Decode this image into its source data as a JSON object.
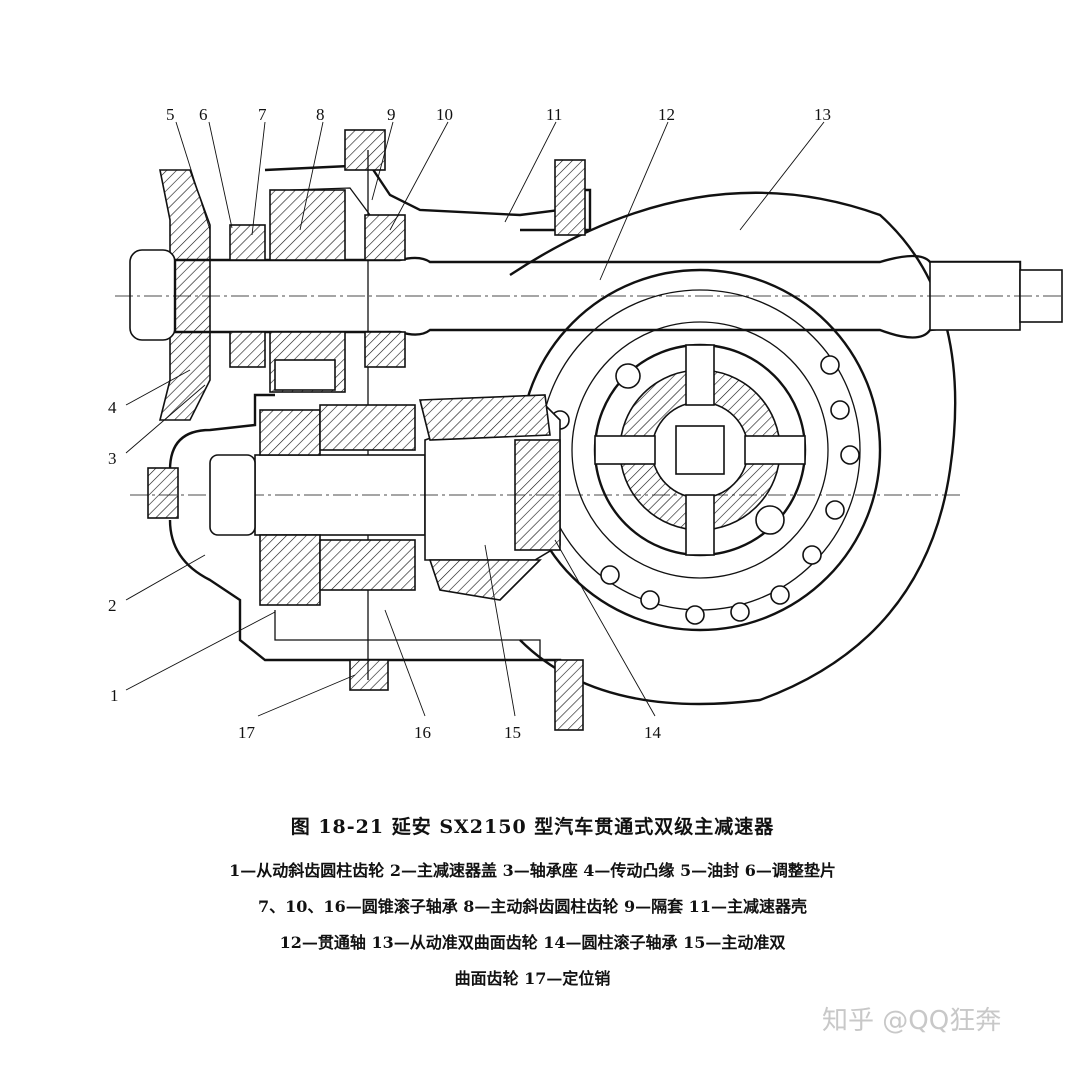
{
  "figure": {
    "callouts": [
      "1",
      "2",
      "3",
      "4",
      "5",
      "6",
      "7",
      "8",
      "9",
      "10",
      "11",
      "12",
      "13",
      "14",
      "15",
      "16",
      "17"
    ]
  },
  "caption": {
    "title": "图 18-21   延安 SX2150 型汽车贯通式双级主减速器",
    "legend_lines": [
      "1—从动斜齿圆柱齿轮   2—主减速器盖   3—轴承座   4—传动凸缘   5—油封   6—调整垫片",
      "7、10、16—圆锥滚子轴承   8—主动斜齿圆柱齿轮   9—隔套   11—主减速器壳",
      "12—贯通轴   13—从动准双曲面齿轮   14—圆柱滚子轴承   15—主动准双",
      "曲面齿轮   17—定位销"
    ]
  },
  "watermark": "知乎 @QQ狂奔"
}
